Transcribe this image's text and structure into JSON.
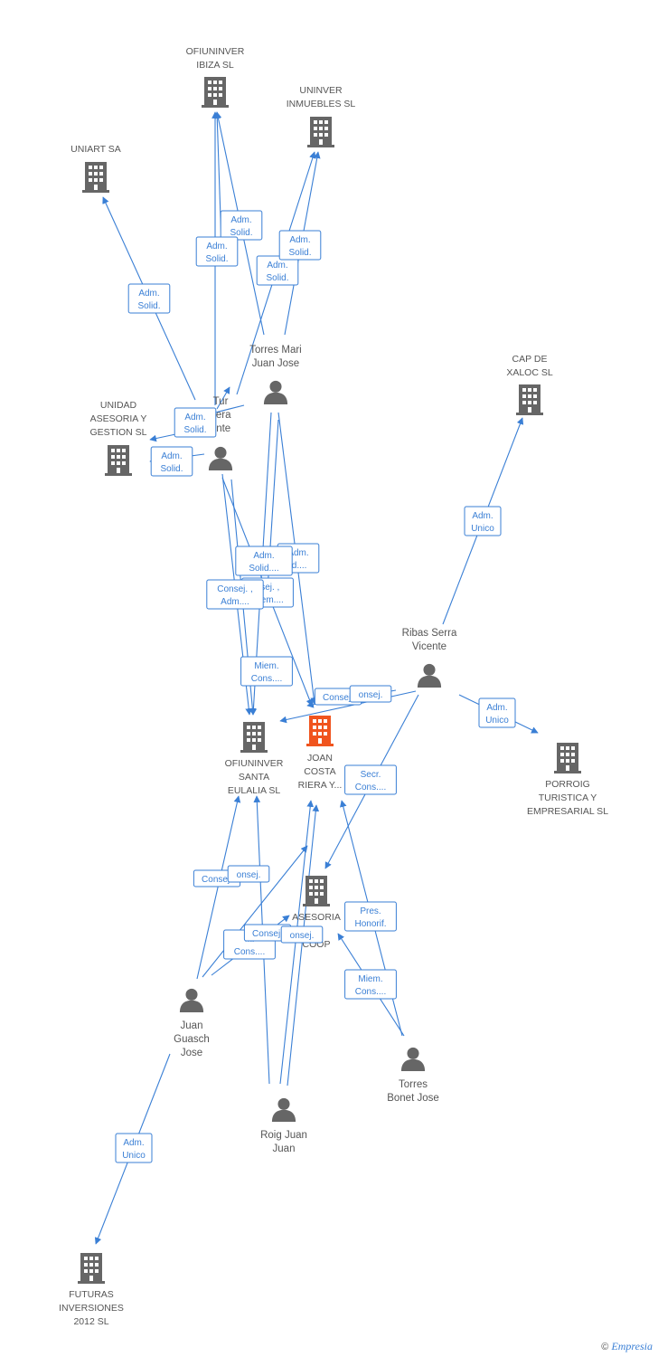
{
  "colors": {
    "edge": "#3a7fd5",
    "company": "#666666",
    "focus_company": "#f0541e",
    "person": "#666666",
    "label": "#555555"
  },
  "footer": {
    "copyright": "©",
    "brand": "Empresia"
  },
  "nodes": [
    {
      "id": "ofiuninver_ibiza",
      "type": "company",
      "lines": [
        "OFIUNINVER",
        "IBIZA SL"
      ]
    },
    {
      "id": "uninver_inmuebles",
      "type": "company",
      "lines": [
        "UNINVER",
        "INMUEBLES SL"
      ]
    },
    {
      "id": "uniart",
      "type": "company",
      "lines": [
        "UNIART SA"
      ]
    },
    {
      "id": "cap_de_xaloc",
      "type": "company",
      "lines": [
        "CAP DE",
        "XALOC SL"
      ]
    },
    {
      "id": "unidad_asesoria",
      "type": "company",
      "lines": [
        "UNIDAD",
        "ASESORIA Y",
        "GESTION SL"
      ]
    },
    {
      "id": "ofiuninver_santa",
      "type": "company",
      "lines": [
        "OFIUNINVER",
        "SANTA",
        "EULALIA SL"
      ]
    },
    {
      "id": "joan_costa",
      "type": "focus",
      "lines": [
        "JOAN",
        "COSTA",
        "RIERA Y..."
      ]
    },
    {
      "id": "porroig",
      "type": "company",
      "lines": [
        "PORROIG",
        "TURISTICA Y",
        "EMPRESARIAL SL"
      ]
    },
    {
      "id": "asesoria_coop",
      "type": "company",
      "lines": [
        "ASESORIA",
        "D",
        "COOP"
      ]
    },
    {
      "id": "futuras",
      "type": "company",
      "lines": [
        "FUTURAS",
        "INVERSIONES",
        "2012 SL"
      ]
    },
    {
      "id": "torres_mari",
      "type": "person",
      "lines": [
        "Torres Mari",
        "Juan Jose"
      ]
    },
    {
      "id": "tur",
      "type": "person",
      "lines": [
        "Tur",
        "uera",
        "ente"
      ]
    },
    {
      "id": "ribas_serra",
      "type": "person",
      "lines": [
        "Ribas Serra",
        "Vicente"
      ]
    },
    {
      "id": "juan_guasch",
      "type": "person",
      "lines": [
        "Juan",
        "Guasch",
        "Jose"
      ]
    },
    {
      "id": "torres_bonet",
      "type": "person",
      "lines": [
        "Torres",
        "Bonet Jose"
      ]
    },
    {
      "id": "roig_juan",
      "type": "person",
      "lines": [
        "Roig Juan",
        "Juan"
      ]
    }
  ],
  "edge_labels": [
    {
      "id": "e1",
      "lines": [
        "Adm.",
        "Solid."
      ]
    },
    {
      "id": "e2",
      "lines": [
        "Adm.",
        "Solid."
      ]
    },
    {
      "id": "e3",
      "lines": [
        "Adm.",
        "Solid."
      ]
    },
    {
      "id": "e4",
      "lines": [
        "Adm.",
        "Solid."
      ]
    },
    {
      "id": "e5",
      "lines": [
        "Adm.",
        "Solid."
      ]
    },
    {
      "id": "e6",
      "lines": [
        "Adm.",
        "Solid."
      ]
    },
    {
      "id": "e7",
      "lines": [
        "Adm.",
        "Solid."
      ]
    },
    {
      "id": "e8",
      "lines": [
        "Adm.",
        "Unico"
      ]
    },
    {
      "id": "e9",
      "lines": [
        "Adm.",
        "id...."
      ]
    },
    {
      "id": "e10",
      "lines": [
        "Adm.",
        "Solid...."
      ]
    },
    {
      "id": "e11",
      "lines": [
        "nsej. ,",
        "Miem...."
      ]
    },
    {
      "id": "e12",
      "lines": [
        "Consej. ,",
        "Adm...."
      ]
    },
    {
      "id": "e13",
      "lines": [
        "Miem.",
        "Cons...."
      ]
    },
    {
      "id": "e14",
      "lines": [
        "Consej."
      ]
    },
    {
      "id": "e15",
      "lines": [
        "onsej."
      ]
    },
    {
      "id": "e16",
      "lines": [
        "Adm.",
        "Unico"
      ]
    },
    {
      "id": "e17",
      "lines": [
        "Secr.",
        "Cons...."
      ]
    },
    {
      "id": "e18",
      "lines": [
        "Consej."
      ]
    },
    {
      "id": "e19",
      "lines": [
        "onsej."
      ]
    },
    {
      "id": "e20",
      "lines": [
        "Pres.",
        "Honorif."
      ]
    },
    {
      "id": "e21",
      "lines": [
        "Mi",
        "Cons...."
      ]
    },
    {
      "id": "e22",
      "lines": [
        "Consej."
      ]
    },
    {
      "id": "e23",
      "lines": [
        "onsej."
      ]
    },
    {
      "id": "e24",
      "lines": [
        "Miem.",
        "Cons...."
      ]
    },
    {
      "id": "e25",
      "lines": [
        "Adm.",
        "Unico"
      ]
    }
  ]
}
